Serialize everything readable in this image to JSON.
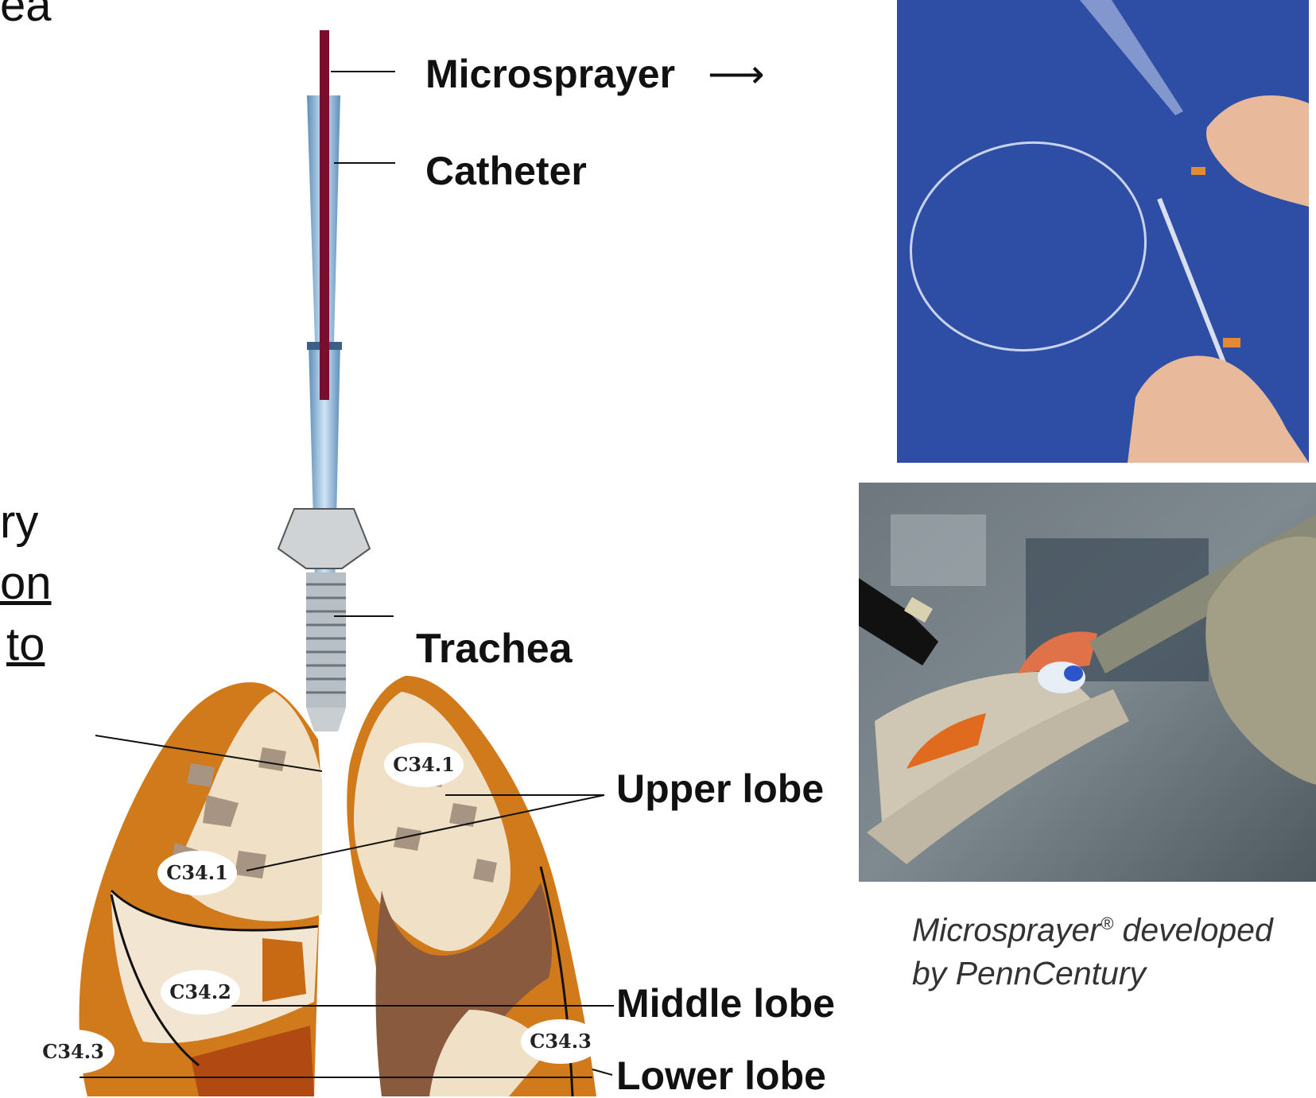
{
  "left_fragments": {
    "top": "ea",
    "line1": "ry",
    "line2": "on",
    "line3": "to"
  },
  "labels": {
    "microsprayer": "Microsprayer",
    "arrow": "⟶",
    "catheter": "Catheter",
    "trachea": "Trachea",
    "upper_lobe": "Upper lobe",
    "middle_lobe": "Middle lobe",
    "lower_lobe": "Lower lobe"
  },
  "lobe_tags": {
    "left_upper": "C34.1",
    "right_upper": "C34.1",
    "middle": "C34.2",
    "left_lower": "C34.3",
    "right_lower": "C34.3"
  },
  "caption": {
    "line1_a": "Microsprayer",
    "reg": "®",
    "line1_b": " developed",
    "line2": "by PennCentury"
  },
  "colors": {
    "microsprayer": "#7a0c2e",
    "catheter": "#9cc4e4",
    "lung_orange": "#d07a1c",
    "lung_cream": "#efe0c6",
    "lung_brown": "#8a5a3e",
    "photo_blue": "#2f4fa6"
  }
}
